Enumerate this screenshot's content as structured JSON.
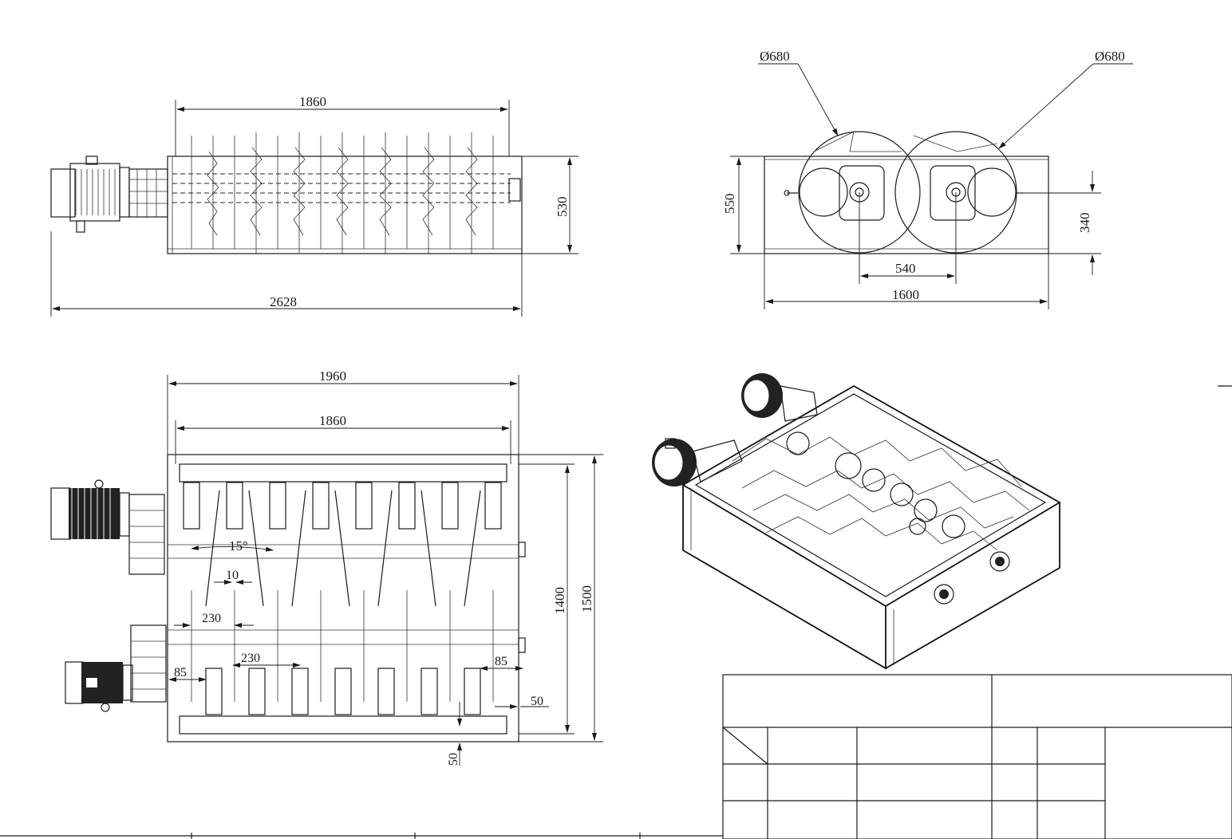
{
  "top_view": {
    "dim_shaft_length": "1860",
    "dim_total_length": "2628",
    "dim_height": "530"
  },
  "end_view": {
    "dia_left": "Ø680",
    "dia_right": "Ø680",
    "dim_height": "550",
    "dim_shaft_height": "340",
    "dim_shaft_spacing": "540",
    "dim_width": "1600"
  },
  "plan_view": {
    "dim_outer_length": "1960",
    "dim_inner_length": "1860",
    "dim_inner_width": "1400",
    "dim_outer_width": "1500",
    "dim_angle": "15°",
    "dim_blade": "10",
    "dim_pitch_upper": "230",
    "dim_pitch_lower": "230",
    "dim_end_left": "85",
    "dim_end_right": "85",
    "dim_bottom_gap": "50",
    "dim_bottom_gap_v": "50"
  }
}
